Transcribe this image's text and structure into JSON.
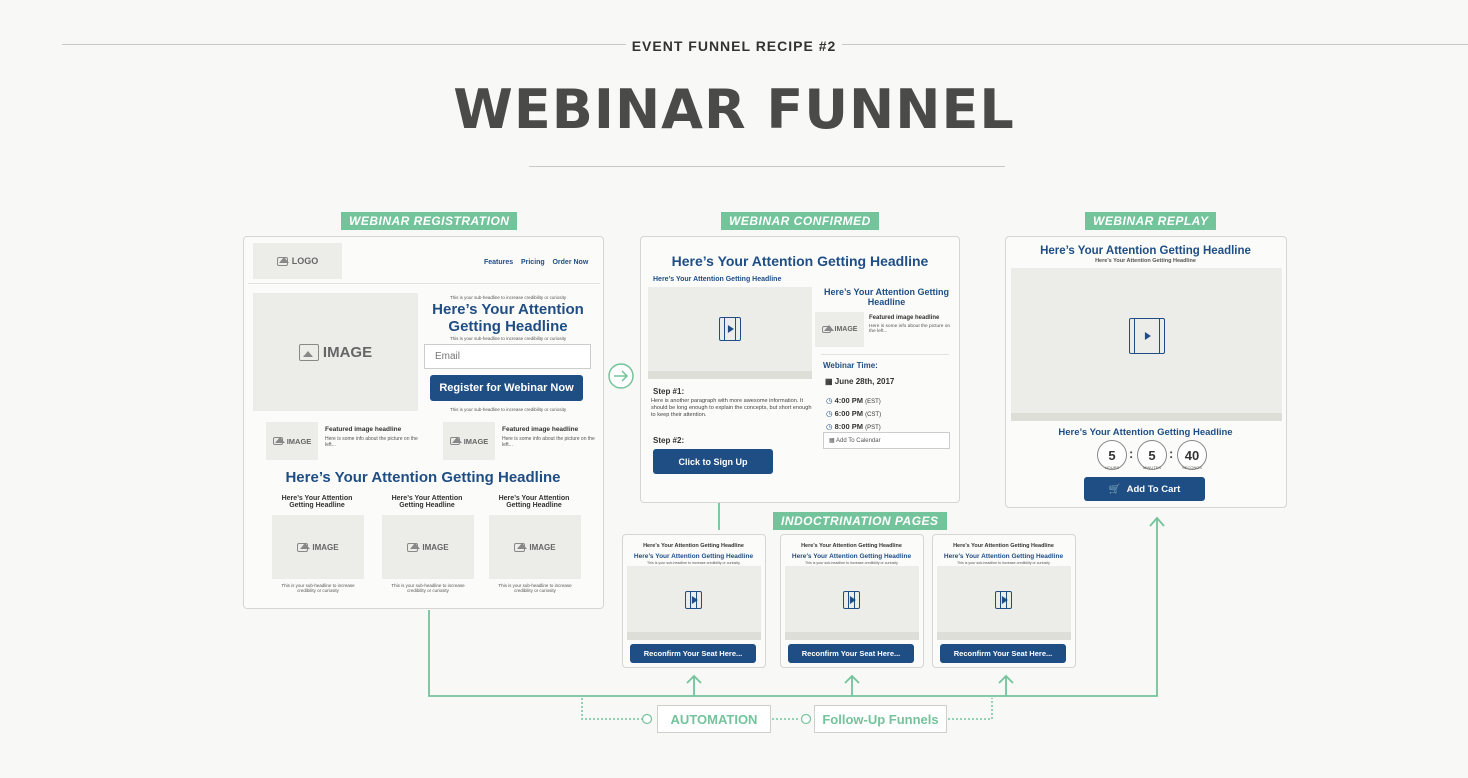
{
  "header": {
    "kicker": "EVENT FUNNEL RECIPE #2",
    "title": "WEBINAR FUNNEL"
  },
  "tags": {
    "registration": "WEBINAR REGISTRATION",
    "confirmed": "WEBINAR CONFIRMED",
    "replay": "WEBINAR REPLAY",
    "indoctrination": "INDOCTRINATION PAGES"
  },
  "registration": {
    "logo": "LOGO",
    "nav": [
      "Features",
      "Pricing",
      "Order Now"
    ],
    "image": "IMAGE",
    "pre_sub": "This is your sub-headline to increase credibility or curiosity",
    "headline": "Here’s Your Attention Getting Headline",
    "sub": "This is your sub-headline to increase credibility or curiosity",
    "email_placeholder": "Email",
    "button": "Register for Webinar Now",
    "button_sub": "This is your sub-headline to increase credibility or curiosity",
    "features": [
      {
        "image": "IMAGE",
        "title": "Featured image headline",
        "text": "Here is some info about the picture on the left..."
      },
      {
        "image": "IMAGE",
        "title": "Featured image headline",
        "text": "Here is some info about the picture on the left..."
      }
    ],
    "headline2": "Here’s Your Attention Getting Headline",
    "columns": [
      {
        "title": "Here’s Your Attention Getting Headline",
        "image": "IMAGE",
        "text": "This is your sub-headline to increase credibility or curiosity"
      },
      {
        "title": "Here’s Your Attention Getting Headline",
        "image": "IMAGE",
        "text": "This is your sub-headline to increase credibility or curiosity"
      },
      {
        "title": "Here’s Your Attention Getting Headline",
        "image": "IMAGE",
        "text": "This is your sub-headline to increase credibility or curiosity"
      }
    ]
  },
  "confirmed": {
    "headline": "Here’s Your Attention Getting Headline",
    "video_title": "Here’s Your Attention Getting Headline",
    "side_headline": "Here’s Your Attention Getting Headline",
    "feature": {
      "image": "IMAGE",
      "title": "Featured image headline",
      "text": "Here is some info about the picture on the left..."
    },
    "time_label": "Webinar Time:",
    "date": "June 28th, 2017",
    "times": [
      {
        "time": "4:00 PM",
        "zone": "(EST)"
      },
      {
        "time": "6:00 PM",
        "zone": "(CST)"
      },
      {
        "time": "8:00 PM",
        "zone": "(PST)"
      }
    ],
    "calendar": "Add To Calendar",
    "step1": "Step #1:",
    "step1_text": "Here is another paragraph with more awesome information.  It should be long enough to explain the concepts, but short enough to keep their attention.",
    "step2": "Step #2:",
    "button": "Click to Sign Up"
  },
  "replay": {
    "headline": "Here’s Your Attention Getting Headline",
    "sub": "Here’s Your Attention Getting Headline",
    "headline2": "Here’s Your Attention Getting Headline",
    "countdown": [
      {
        "value": "5",
        "label": "HOURS"
      },
      {
        "value": "5",
        "label": "MINUTES"
      },
      {
        "value": "40",
        "label": "SECONDS"
      }
    ],
    "button": "Add To Cart"
  },
  "indoctrination": [
    {
      "top": "Here’s Your Attention Getting Headline",
      "headline": "Here’s Your Attention Getting Headline",
      "sub": "This is your sub-headline to increase credibility or curiosity",
      "button": "Reconfirm Your Seat Here..."
    },
    {
      "top": "Here’s Your Attention Getting Headline",
      "headline": "Here’s Your Attention Getting Headline",
      "sub": "This is your sub-headline to increase credibility or curiosity",
      "button": "Reconfirm Your Seat Here..."
    },
    {
      "top": "Here’s Your Attention Getting Headline",
      "headline": "Here’s Your Attention Getting Headline",
      "sub": "This is your sub-headline to increase credibility or curiosity",
      "button": "Reconfirm Your Seat Here..."
    }
  ],
  "bottom": {
    "automation": "AUTOMATION",
    "followup": "Follow-Up Funnels"
  },
  "colors": {
    "accent": "#73c39b",
    "brand": "#1f4e85",
    "text": "#4a4a48"
  }
}
